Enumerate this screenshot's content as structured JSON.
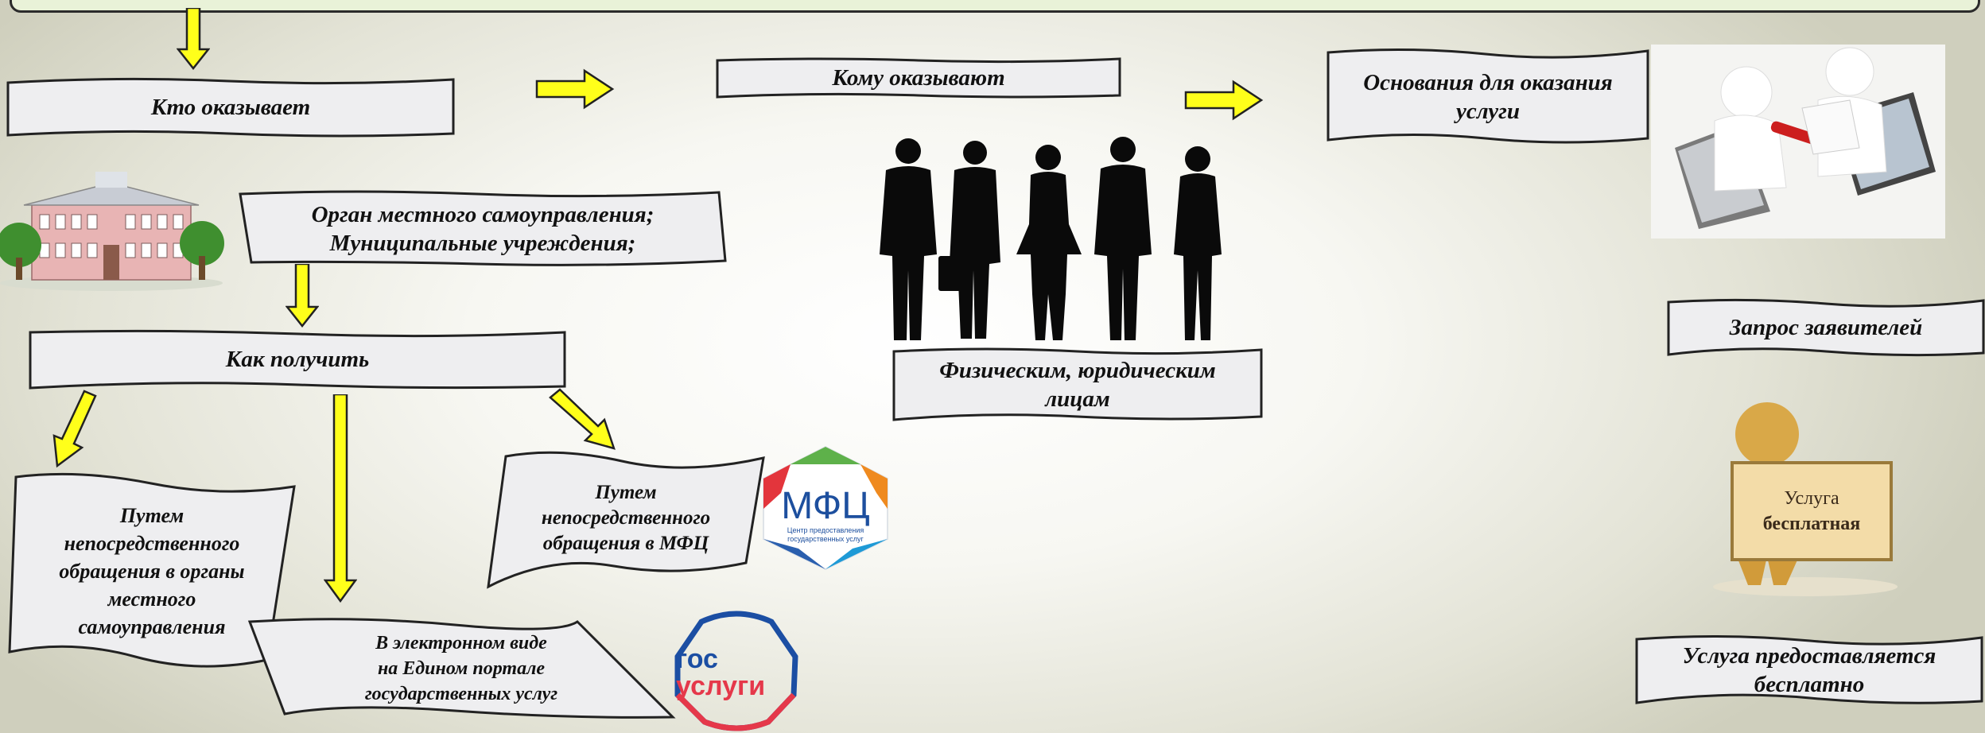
{
  "labels": {
    "who_provides": "Кто оказывает",
    "to_whom": "Кому оказывают",
    "grounds": "Основания для оказания\nуслуги",
    "body": "Орган местного самоуправления;\nМуниципальные учреждения;",
    "how_to_get": "Как получить",
    "persons": "Физическим, юридическим\nлицам",
    "applicant_request": "Запрос заявителей",
    "direct_local": "Путем\nнепосредственного\nобращения в органы\nместного\nсамоуправления",
    "direct_mfc": "Путем\nнепосредственного\nобращения в МФЦ",
    "electronic": "В электронном виде\nна Едином портале\nгосударственных услуг",
    "free_service": "Услуга предоставляется\nбесплатно"
  },
  "logos": {
    "mfc_title": "МФЦ",
    "mfc_subtitle_1": "Центр предоставления",
    "mfc_subtitle_2": "государственных услуг",
    "gos_line1": "гос",
    "gos_line2": "услуги"
  },
  "sign": {
    "line1": "Услуга",
    "line2": "бесплатная"
  },
  "colors": {
    "arrow_fill": "#ffff1a",
    "arrow_stroke": "#222222",
    "box_fill": "#eeeef0",
    "mfc_blue": "#1d4f9e",
    "gos_blue": "#1b4ea3",
    "gos_red": "#e5384a"
  }
}
